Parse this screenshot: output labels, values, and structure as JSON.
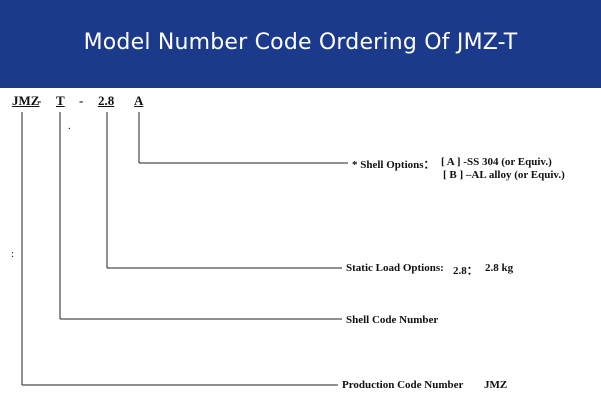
{
  "header": {
    "title": "Model Number Code Ordering Of JMZ-T"
  },
  "model_code": {
    "series": "JMZ",
    "sep1": "-",
    "shell": "T",
    "sep2": "-",
    "load": "2.8",
    "option": "A"
  },
  "shell_options": {
    "label": "* Shell Options：",
    "option_a": "[ A ] -SS 304 (or Equiv.)",
    "option_b": "[ B ] –AL alloy (or Equiv.)"
  },
  "static_load": {
    "label": "Static Load Options:",
    "value_short": "2.8：",
    "value_full": "2.8 kg"
  },
  "shell_code": {
    "label": "Shell Code Number"
  },
  "production_code": {
    "label": "Production Code Number",
    "value": "JMZ"
  },
  "stray_marks": {
    "colon": ":"
  },
  "colors": {
    "banner": "#1b3a8c",
    "text": "#111111"
  }
}
